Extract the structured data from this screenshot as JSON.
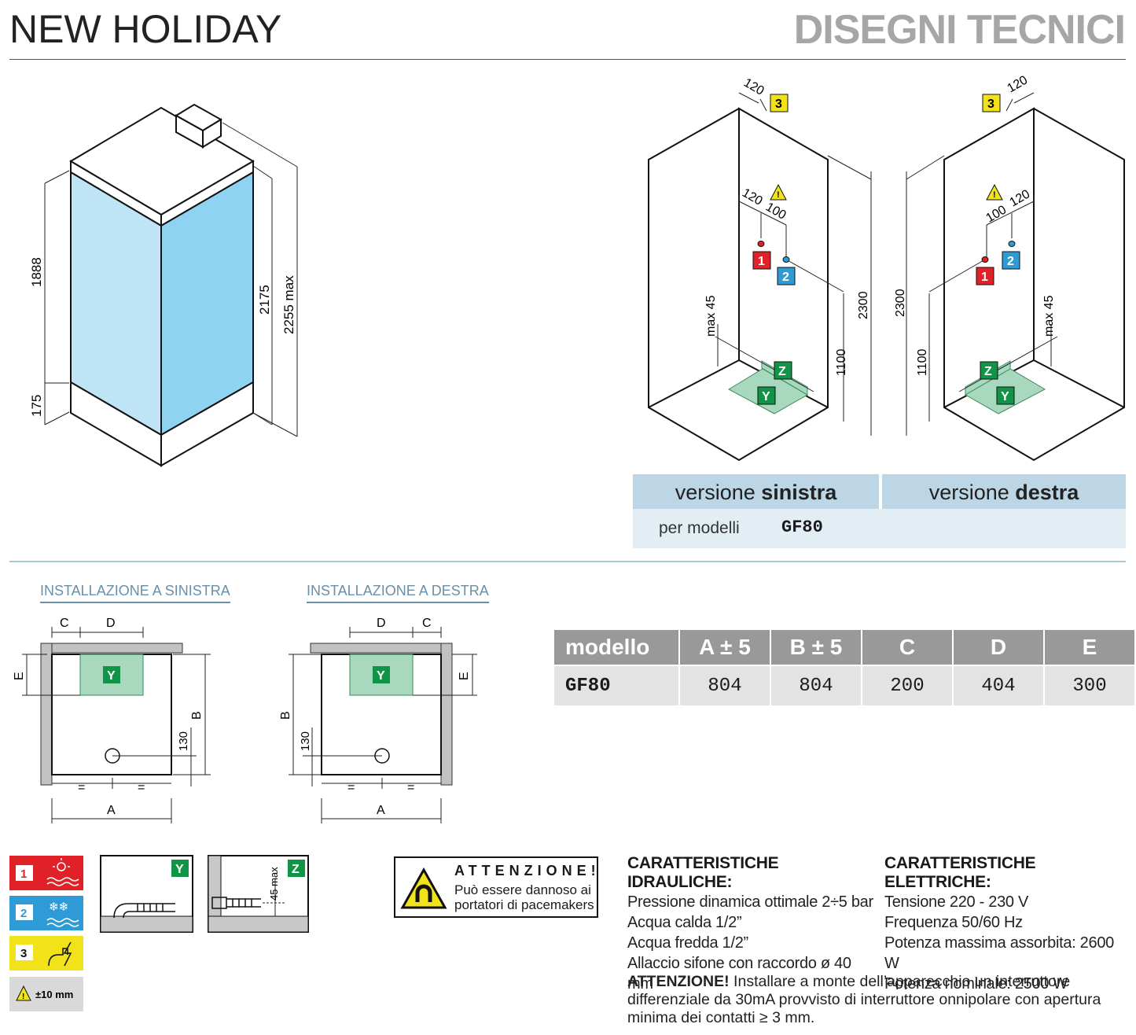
{
  "header": {
    "title": "NEW HOLIDAY",
    "section": "DISEGNI TECNICI"
  },
  "cabin": {
    "dims": [
      "1888",
      "175",
      "2175",
      "2255 max"
    ]
  },
  "plan_views": {
    "left": {
      "dims": [
        "120",
        "3",
        "120",
        "100",
        "1",
        "2",
        "max 45",
        "1100",
        "2300",
        "Z",
        "Y"
      ]
    },
    "right": {
      "dims": [
        "120",
        "3",
        "100",
        "120",
        "1",
        "2",
        "2300",
        "1100",
        "max 45",
        "Z",
        "Y"
      ]
    }
  },
  "versions": {
    "left_prefix": "versione ",
    "left_bold": "sinistra",
    "right_prefix": "versione ",
    "right_bold": "destra",
    "per_models_label": "per modelli",
    "model": "GF80"
  },
  "installation": {
    "left_title": "INSTALLAZIONE A SINISTRA",
    "right_title": "INSTALLAZIONE A DESTRA",
    "labels": {
      "a": "A",
      "b": "B",
      "c": "C",
      "d": "D",
      "e": "E",
      "eq": "=",
      "y": "Y",
      "d130": "130"
    }
  },
  "spec_table": {
    "headers": [
      "modello",
      "A ± 5",
      "B ± 5",
      "C",
      "D",
      "E"
    ],
    "rows": [
      [
        "GF80",
        "804",
        "804",
        "200",
        "404",
        "300"
      ]
    ]
  },
  "legend": {
    "items": [
      "1",
      "2",
      "3"
    ],
    "tolerance": "±10 mm",
    "colors": {
      "hot": "#e02128",
      "cold": "#2e9bd6",
      "electric": "#f2e21a",
      "tolerance": "#d9d9d9"
    }
  },
  "details": {
    "y_label": "Y",
    "z_label": "Z",
    "z_dim": "45 max"
  },
  "warning": {
    "title": "ATTENZIONE!",
    "line1": "Può essere dannoso ai",
    "line2": "portatori di pacemakers"
  },
  "hydraulic": {
    "title": "CARATTERISTICHE IDRAULICHE:",
    "lines": [
      "Pressione dinamica ottimale 2÷5 bar",
      "Acqua calda 1/2”",
      "Acqua fredda 1/2”",
      "Allaccio sifone con raccordo ø 40 mm"
    ]
  },
  "electric": {
    "title": "CARATTERISTICHE ELETTRICHE:",
    "lines": [
      "Tensione 220 - 230 V",
      "Frequenza 50/60 Hz",
      "Potenza massima assorbita: 2600 W",
      "Potenza nominale: 2500 W"
    ]
  },
  "note": {
    "bold": "ATTENZIONE!",
    "text": " Installare a monte dell’apparecchio un interruttore differenziale da 30mA provvisto di interruttore onnipolare con apertura minima dei contatti ≥ 3 mm."
  }
}
